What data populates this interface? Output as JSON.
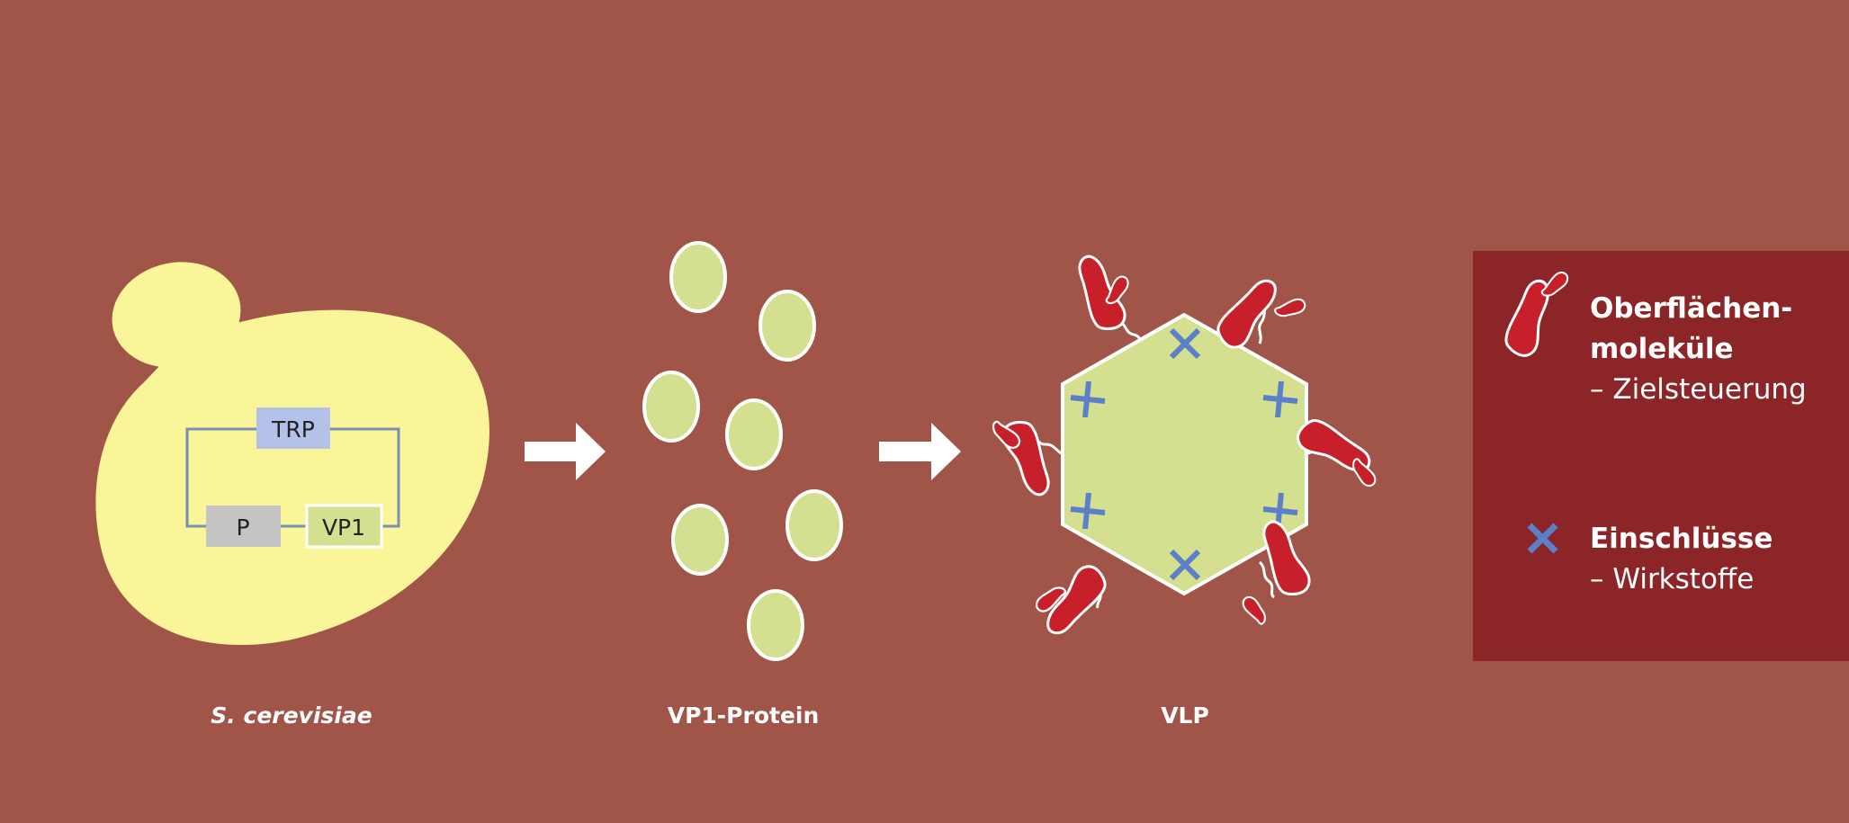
{
  "stages": {
    "yeast_label": "S. cerevisiae",
    "protein_label": "VP1-Protein",
    "vlp_label": "VLP"
  },
  "plasmid": {
    "top_box": "TRP",
    "promoter_box": "P",
    "gene_box": "VP1"
  },
  "legend": {
    "surface_title_line1": "Oberflächen-",
    "surface_title_line2": "moleküle",
    "surface_sub": "– Zielsteuerung",
    "inclusion_title": "Einschlüsse",
    "inclusion_sub": "– Wirkstoffe"
  },
  "colors": {
    "background": "#a05548",
    "yeast": "#fbf59a",
    "protein": "#d4e08f",
    "plasmid_line": "#7a8fb7",
    "trp_box": "#b4c1e8",
    "promoter_box": "#c4c4c4",
    "surface_molecule": "#c8202b",
    "inclusion_marker": "#5b7fc8",
    "legend_bg": "#8b2527"
  }
}
